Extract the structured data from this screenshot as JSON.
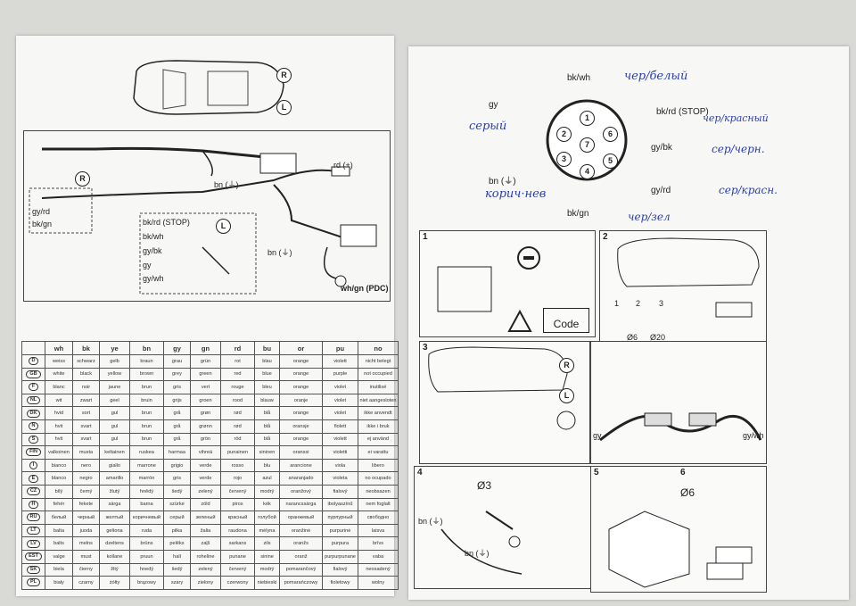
{
  "wiring": {
    "side_r": "R",
    "side_l": "L",
    "side_r2": "R",
    "side_l2": "L",
    "rd_plus": "rd (+)",
    "bn1": "bn (⏚)",
    "bn2": "bn (⏚)",
    "gy_rd": "gy/rd",
    "bk_gn": "bk/gn",
    "bk_rd": "bk/rd (STOP)",
    "bk_wh": "bk/wh",
    "gy_bk": "gy/bk",
    "gy": "gy",
    "gy_wh": "gy/wh",
    "wh_gn": "wh/gn (PDC)"
  },
  "table": {
    "headers": [
      "",
      "wh",
      "bk",
      "ye",
      "bn",
      "gy",
      "gn",
      "rd",
      "bu",
      "or",
      "pu",
      "no"
    ],
    "rows": [
      [
        "D",
        "weiss",
        "schwarz",
        "gelb",
        "braun",
        "grau",
        "grün",
        "rot",
        "blau",
        "orange",
        "violett",
        "nicht belegt"
      ],
      [
        "GB",
        "white",
        "black",
        "yellow",
        "brown",
        "grey",
        "green",
        "red",
        "blue",
        "orange",
        "purple",
        "not occupied"
      ],
      [
        "F",
        "blanc",
        "noir",
        "jaune",
        "brun",
        "gris",
        "vert",
        "rouge",
        "bleu",
        "orange",
        "violet",
        "inutilisé"
      ],
      [
        "NL",
        "wit",
        "zwart",
        "geel",
        "bruin",
        "grijs",
        "groen",
        "rood",
        "blauw",
        "oranje",
        "violet",
        "niet aangesloten"
      ],
      [
        "DK",
        "hvid",
        "sort",
        "gul",
        "brun",
        "grå",
        "grøn",
        "rød",
        "blå",
        "orange",
        "violet",
        "ikke anvendt"
      ],
      [
        "N",
        "hvit",
        "svart",
        "gul",
        "brun",
        "grå",
        "grønn",
        "rød",
        "blå",
        "oransje",
        "fiolett",
        "ikke i bruk"
      ],
      [
        "S",
        "hvit",
        "svart",
        "gul",
        "brun",
        "grå",
        "grön",
        "röd",
        "blå",
        "orange",
        "violett",
        "ej använd"
      ],
      [
        "FIN",
        "valkoinen",
        "musta",
        "keltainen",
        "ruskea",
        "harmaa",
        "vihreä",
        "punainen",
        "sininen",
        "oranssi",
        "violetti",
        "ei varattu"
      ],
      [
        "I",
        "bianco",
        "nero",
        "giallo",
        "marrone",
        "grigio",
        "verde",
        "rosso",
        "blu",
        "arancione",
        "viola",
        "libero"
      ],
      [
        "E",
        "blanco",
        "negro",
        "amarillo",
        "marrón",
        "gris",
        "verde",
        "rojo",
        "azul",
        "anaranjado",
        "violeta",
        "no ocupado"
      ],
      [
        "CZ",
        "bílý",
        "černý",
        "žlutý",
        "hnědý",
        "šedý",
        "zelený",
        "červený",
        "modrý",
        "oranžový",
        "fialový",
        "neobsazen"
      ],
      [
        "H",
        "fehér",
        "fekete",
        "sárga",
        "barna",
        "szürke",
        "zöld",
        "piros",
        "kék",
        "narancssárga",
        "ibolyaszínű",
        "nem foglalt"
      ],
      [
        "RU",
        "белый",
        "черный",
        "желтый",
        "коричневый",
        "серый",
        "зеленый",
        "красный",
        "голубой",
        "оранжевый",
        "пурпурный",
        "свободно"
      ],
      [
        "LT",
        "balta",
        "juoda",
        "geltona",
        "ruda",
        "pilka",
        "žalia",
        "raudona",
        "mėlyna",
        "oranžinė",
        "purpurinė",
        "laisva"
      ],
      [
        "LV",
        "balts",
        "melns",
        "dzeltens",
        "brūns",
        "pelēks",
        "zaļš",
        "sarkans",
        "zils",
        "oranžs",
        "purpura",
        "brīvs"
      ],
      [
        "EST",
        "valge",
        "must",
        "kollane",
        "pruun",
        "hall",
        "roheline",
        "punane",
        "sinine",
        "oranž",
        "purpurpunane",
        "vaba"
      ],
      [
        "SK",
        "biela",
        "čierny",
        "žltý",
        "hnedý",
        "šedý",
        "zelený",
        "červený",
        "modrý",
        "pomarančový",
        "fialový",
        "neosadený"
      ],
      [
        "PL",
        "biały",
        "czarny",
        "żółty",
        "brązowy",
        "szary",
        "zielony",
        "czerwony",
        "niebieski",
        "pomarańczowy",
        "fioletowy",
        "wolny"
      ]
    ]
  },
  "socket": {
    "pins": [
      "1",
      "2",
      "3",
      "4",
      "5",
      "6",
      "7"
    ],
    "bk_wh": "bk/wh",
    "gy": "gy",
    "bk_rd": "bk/rd (STOP)",
    "gy_bk": "gy/bk",
    "bn": "bn (⏚)",
    "gy_rd": "gy/rd",
    "bk_gn": "bk/gn",
    "notes": {
      "bk_wh": "чер/белый",
      "gy": "серый",
      "bk_rd": "чер/красный",
      "gy_bk": "сер/черн.",
      "bn": "корич·нев",
      "gy_rd": "сер/красн.",
      "bk_gn": "чер/зел"
    }
  },
  "steps": {
    "s1": "1",
    "s2": "2",
    "s3": "3",
    "s4": "4",
    "s5": "5",
    "s6": "6",
    "code": "Code",
    "d6": "Ø6",
    "d20": "Ø20",
    "n1": "1",
    "n2": "2",
    "n3": "3",
    "r": "R",
    "l": "L",
    "gy": "gy",
    "gy_wh": "gy/wh",
    "d3": "Ø3",
    "bn_a": "bn (⏚)",
    "bn_b": "bn (⏚)",
    "d6b": "Ø6"
  },
  "colors": {
    "ink": "#2b3fa8"
  }
}
